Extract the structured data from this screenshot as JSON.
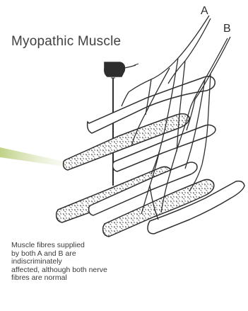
{
  "diagram": {
    "title": "Myopathic Muscle",
    "labels": {
      "a": "A",
      "b": "B"
    },
    "caption_lines": [
      "Muscle fibres supplied",
      "by both A and B are",
      "indiscriminately",
      "affected, although both nerve",
      "fibres are normal"
    ],
    "colors": {
      "ink": "#2e2e2e",
      "pointer": "#c8d8a0"
    }
  }
}
